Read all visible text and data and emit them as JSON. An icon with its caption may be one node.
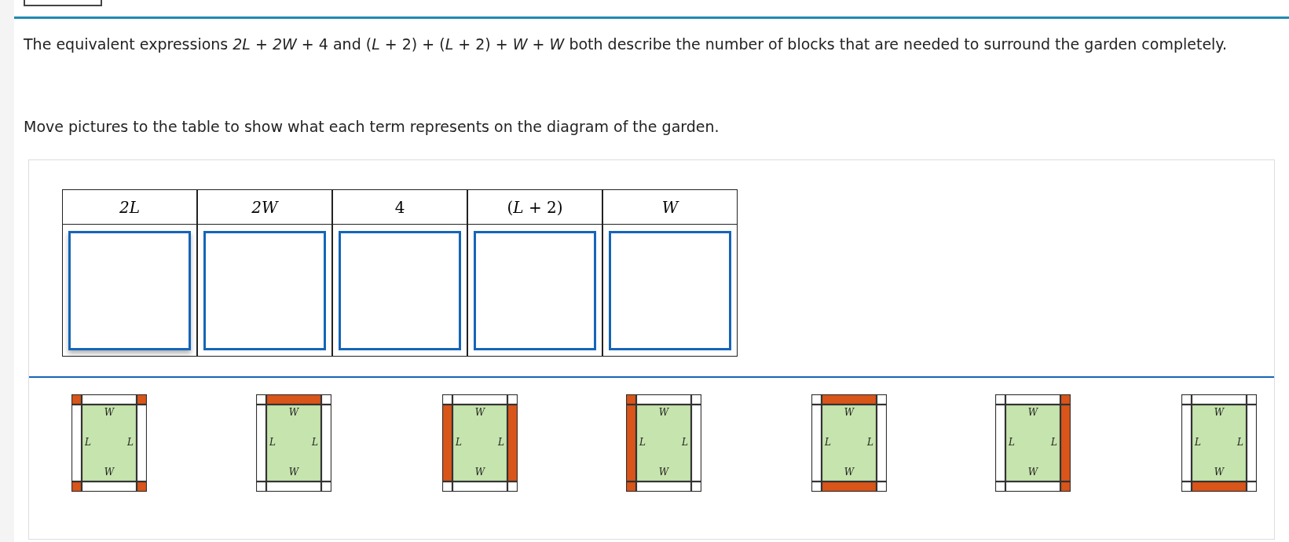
{
  "diagram": {
    "nodes": [
      {
        "text": [],
        "shape": "box"
      },
      {
        "text": [],
        "shape": "box"
      },
      {
        "text": [],
        "shape": "box"
      },
      {
        "text": [],
        "shape": "box"
      },
      {
        "text": [],
        "shape": "box"
      },
      {
        "text": [
          "W",
          "L",
          "L",
          "W"
        ]
      },
      {
        "text": [
          "W",
          "L",
          "L",
          "W"
        ]
      },
      {
        "text": [
          "W",
          "L",
          "L",
          "W"
        ]
      },
      {
        "text": [
          "W",
          "L",
          "L",
          "W"
        ]
      },
      {
        "text": [
          "W",
          "L",
          "L",
          "W"
        ]
      },
      {
        "text": [
          "W",
          "L",
          "L",
          "W"
        ]
      },
      {
        "text": [
          "W",
          "L",
          "L",
          "W"
        ]
      }
    ],
    "edges": [],
    "labels": [
      "The equivalent expressions *2L* + *2W* + 4 and (*L* + 2) + (*L* + 2) + *W* + *W* both describe the number of blocks that are needed to surround the garden completely.",
      "Move pictures to the table to show what each term represents on the diagram of the garden.",
      "*2L*",
      "*2W*",
      "4",
      "(*L* + 2)",
      "*W*"
    ]
  }
}
